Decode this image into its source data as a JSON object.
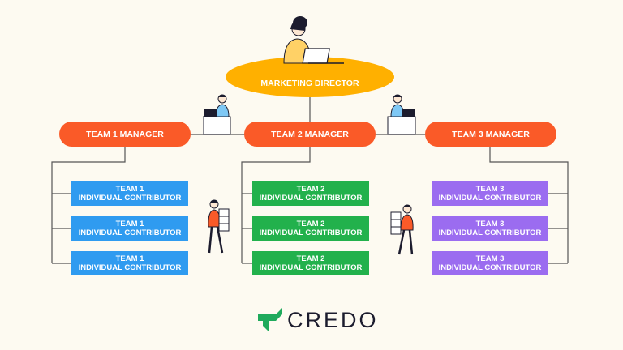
{
  "colors": {
    "background": "#fdfaf1",
    "director": "#ffb000",
    "manager": "#fa5a28",
    "team1": "#2f9bf0",
    "team2": "#22b14c",
    "team3": "#9b6cf0",
    "logo_green": "#1faa5c",
    "logo_text": "#1c1c2e"
  },
  "director": {
    "label": "MARKETING DIRECTOR"
  },
  "managers": [
    {
      "label": "TEAM 1 MANAGER"
    },
    {
      "label": "TEAM 2 MANAGER"
    },
    {
      "label": "TEAM 3 MANAGER"
    }
  ],
  "teams": [
    {
      "contributors": [
        {
          "line1": "TEAM 1",
          "line2": "INDIVIDUAL CONTRIBUTOR"
        },
        {
          "line1": "TEAM 1",
          "line2": "INDIVIDUAL CONTRIBUTOR"
        },
        {
          "line1": "TEAM 1",
          "line2": "INDIVIDUAL CONTRIBUTOR"
        }
      ]
    },
    {
      "contributors": [
        {
          "line1": "TEAM 2",
          "line2": "INDIVIDUAL CONTRIBUTOR"
        },
        {
          "line1": "TEAM 2",
          "line2": "INDIVIDUAL CONTRIBUTOR"
        },
        {
          "line1": "TEAM 2",
          "line2": "INDIVIDUAL CONTRIBUTOR"
        }
      ]
    },
    {
      "contributors": [
        {
          "line1": "TEAM 3",
          "line2": "INDIVIDUAL CONTRIBUTOR"
        },
        {
          "line1": "TEAM 3",
          "line2": "INDIVIDUAL CONTRIBUTOR"
        },
        {
          "line1": "TEAM 3",
          "line2": "INDIVIDUAL CONTRIBUTOR"
        }
      ]
    }
  ],
  "logo": {
    "text": "CREDO"
  },
  "illustrations": [
    "woman-at-laptop-icon",
    "man-at-desk-icon",
    "man-carrying-boxes-icon"
  ]
}
